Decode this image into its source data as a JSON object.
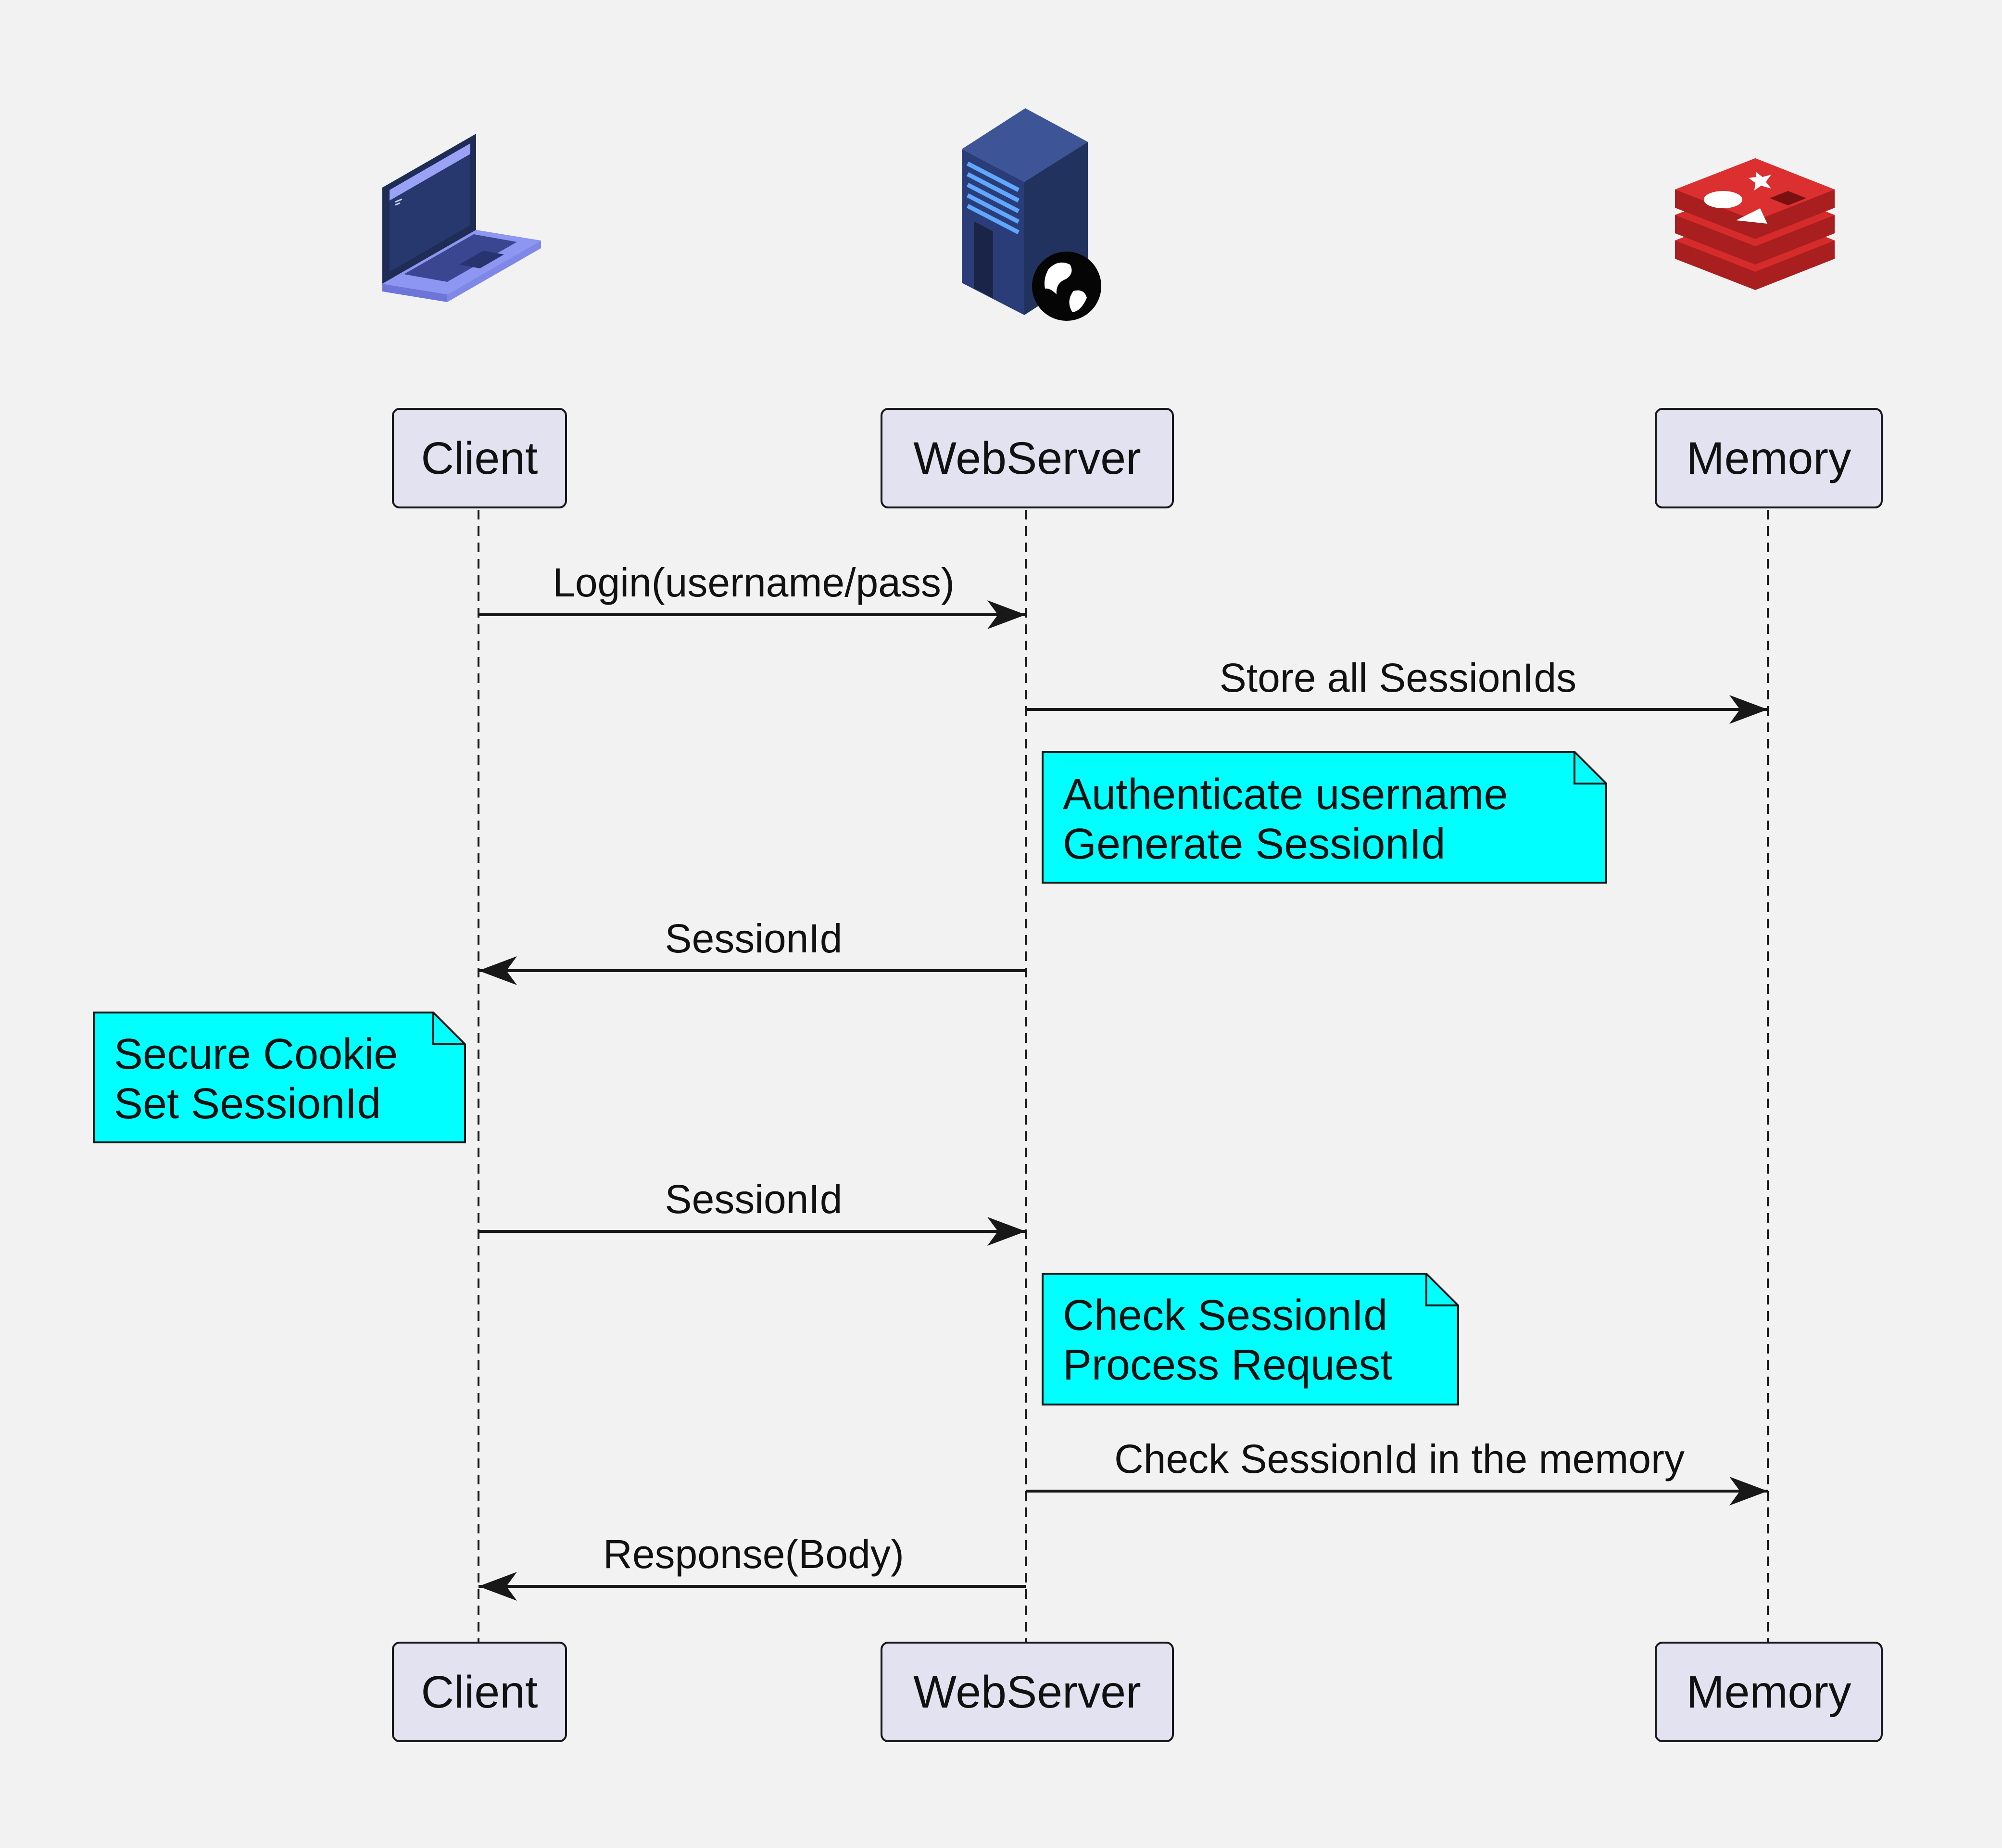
{
  "diagram": {
    "type": "sequence",
    "participants": [
      {
        "id": "client",
        "label": "Client",
        "icon": "laptop-icon"
      },
      {
        "id": "webserver",
        "label": "WebServer",
        "icon": "web-server-icon"
      },
      {
        "id": "memory",
        "label": "Memory",
        "icon": "redis-icon"
      }
    ],
    "messages": [
      {
        "from": "client",
        "to": "webserver",
        "label": "Login(username/pass)"
      },
      {
        "from": "webserver",
        "to": "memory",
        "label": "Store all SessionIds"
      },
      {
        "from": "webserver",
        "to": "client",
        "label": "SessionId"
      },
      {
        "from": "client",
        "to": "webserver",
        "label": "SessionId"
      },
      {
        "from": "webserver",
        "to": "memory",
        "label": "Check SessionId in the memory"
      },
      {
        "from": "webserver",
        "to": "client",
        "label": "Response(Body)"
      }
    ],
    "notes": [
      {
        "on": "webserver",
        "lines": [
          "Authenticate username",
          "Generate SessionId"
        ]
      },
      {
        "on": "client",
        "lines": [
          "Secure Cookie",
          "Set SessionId"
        ]
      },
      {
        "on": "webserver",
        "lines": [
          "Check SessionId",
          "Process Request"
        ]
      }
    ],
    "colors": {
      "background": "#f2f2f2",
      "participant_fill": "#e2e2f0",
      "note_fill": "#00ffff",
      "line": "#181818",
      "laptop": "#8d96f0",
      "server": "#2f3f7a",
      "redis": "#d52b2b"
    }
  }
}
